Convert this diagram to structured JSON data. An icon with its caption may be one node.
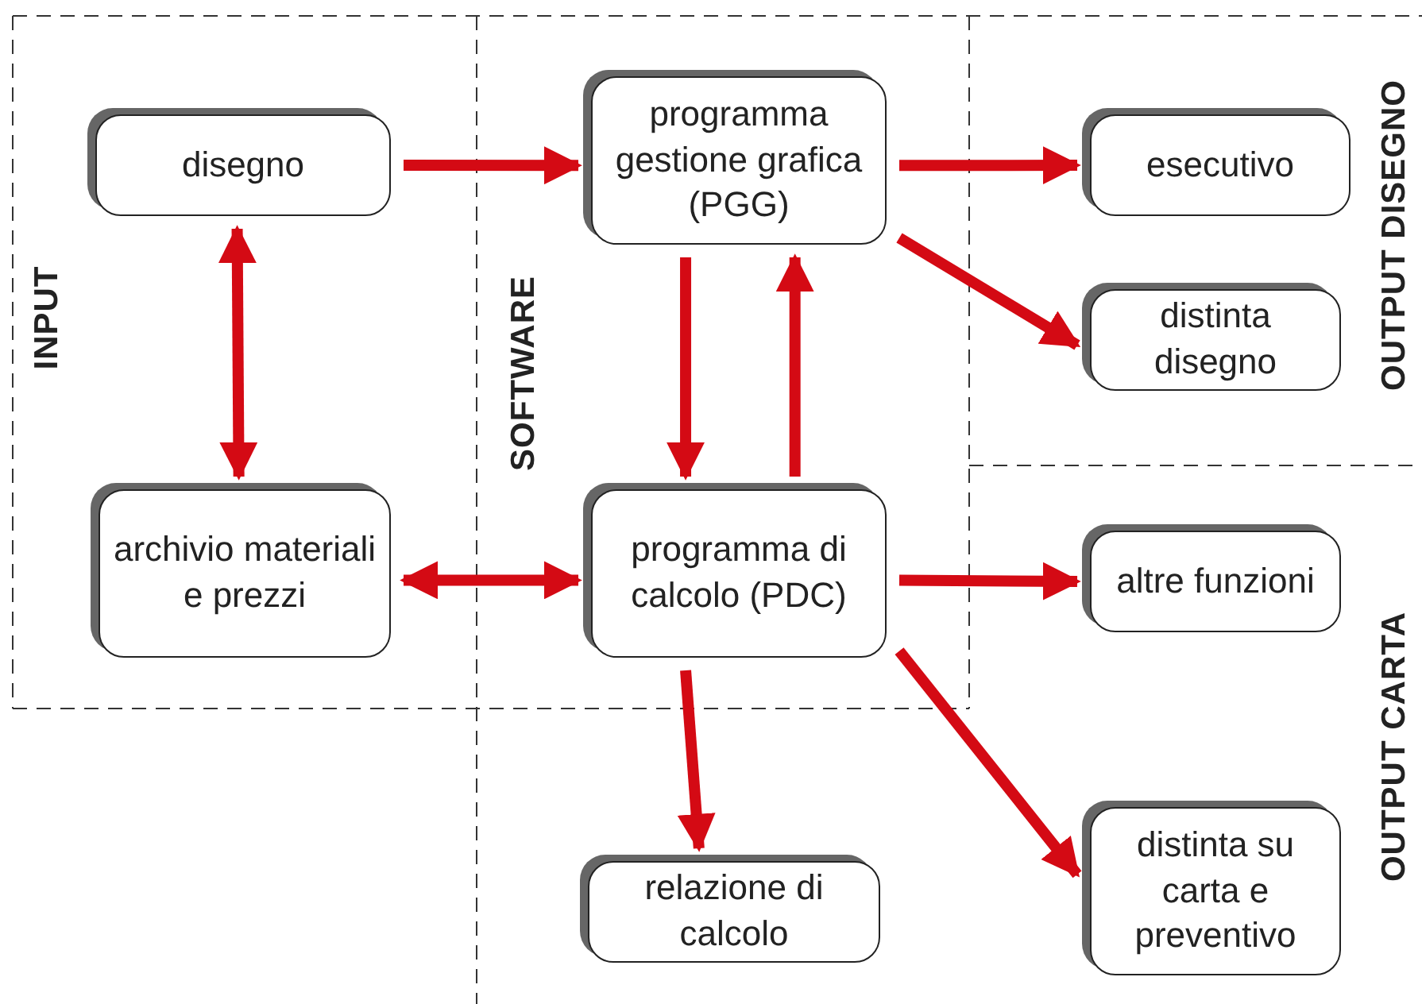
{
  "diagram": {
    "nodes": [
      {
        "text": [
          "disegno"
        ]
      },
      {
        "text": [
          "programma gestione grafica (PGG)"
        ]
      },
      {
        "text": [
          "esecutivo"
        ]
      },
      {
        "text": [
          "distinta disegno"
        ]
      },
      {
        "text": [
          "archivio materiali e prezzi"
        ]
      },
      {
        "text": [
          "programma di calcolo (PDC)"
        ]
      },
      {
        "text": [
          "altre funzioni"
        ]
      },
      {
        "text": [
          "relazione di calcolo"
        ]
      },
      {
        "text": [
          "distinta su carta e preventivo"
        ]
      }
    ],
    "edges": [
      {
        "from": 0,
        "to": 1,
        "arrow": "to"
      },
      {
        "from": 0,
        "to": 4,
        "arrow": "both"
      },
      {
        "from": 1,
        "to": 2,
        "arrow": "to"
      },
      {
        "from": 1,
        "to": 3,
        "arrow": "to"
      },
      {
        "from": 1,
        "to": 5,
        "arrow": "to"
      },
      {
        "from": 5,
        "to": 1,
        "arrow": "to"
      },
      {
        "from": 4,
        "to": 5,
        "arrow": "both"
      },
      {
        "from": 5,
        "to": 6,
        "arrow": "to"
      },
      {
        "from": 5,
        "to": 7,
        "arrow": "to"
      },
      {
        "from": 5,
        "to": 8,
        "arrow": "to"
      }
    ],
    "labels": [
      "INPUT",
      "SOFTWARE",
      "OUTPUT DISEGNO",
      "OUTPUT CARTA"
    ]
  }
}
